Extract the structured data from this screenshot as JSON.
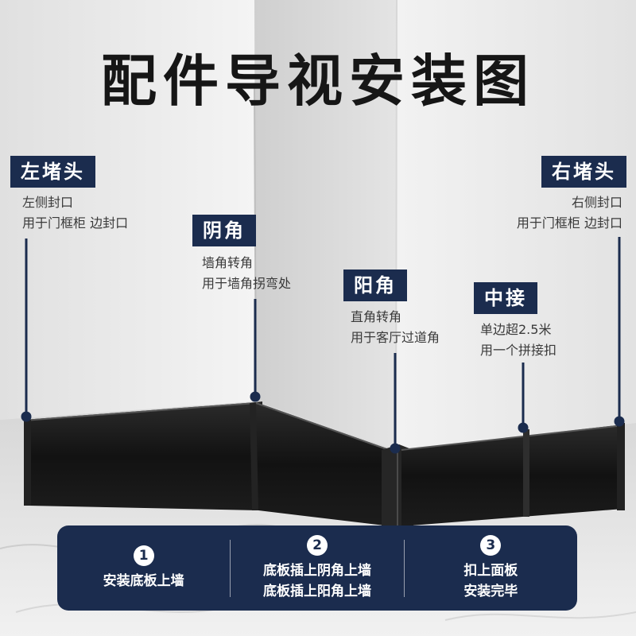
{
  "title": "配件导视安装图",
  "callouts": {
    "left_end": {
      "label": "左堵头",
      "lines": [
        "左侧封口",
        "用于门框柜 边封口"
      ]
    },
    "inner_corner": {
      "label": "阴角",
      "lines": [
        "墙角转角",
        "用于墙角拐弯处"
      ]
    },
    "outer_corner": {
      "label": "阳角",
      "lines": [
        "直角转角",
        "用于客厅过道角"
      ]
    },
    "middle_joint": {
      "label": "中接",
      "lines": [
        "单边超2.5米",
        "用一个拼接扣"
      ]
    },
    "right_end": {
      "label": "右堵头",
      "lines": [
        "右侧封口",
        "用于门框柜 边封口"
      ]
    }
  },
  "steps": [
    {
      "number": "1",
      "lines": [
        "安装底板上墙"
      ]
    },
    {
      "number": "2",
      "lines": [
        "底板插上阴角上墙",
        "底板插上阳角上墙"
      ]
    },
    {
      "number": "3",
      "lines": [
        "扣上面板",
        "安装完毕"
      ]
    }
  ],
  "colors": {
    "accent": "#1b2c4e",
    "skirting": "#141414",
    "wall": "#ececec"
  }
}
